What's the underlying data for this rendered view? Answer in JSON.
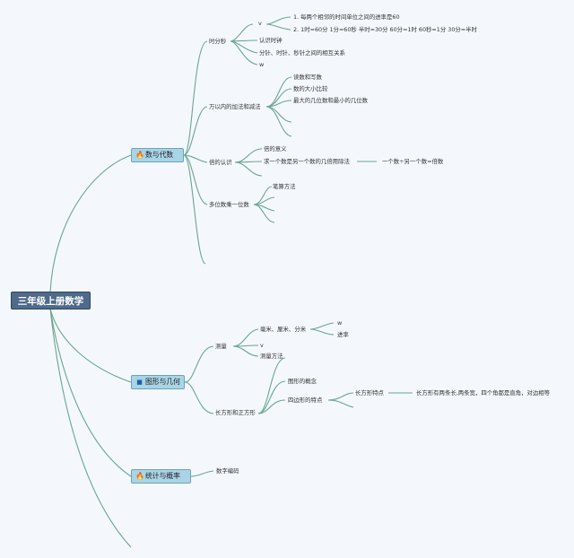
{
  "root": "三年级上册数学",
  "categories": {
    "c1": {
      "label": "数与代数",
      "icon": "fire-icon"
    },
    "c2": {
      "label": "图形与几何",
      "icon": "flag-icon"
    },
    "c3": {
      "label": "统计与概率",
      "icon": "fire-icon"
    }
  },
  "nodes": {
    "shifenmiao": "时分秒",
    "v1": "v",
    "jl1": "1. 每两个相邻的时间单位之间的进率是60",
    "jl2": "2. 1时=60分 1分=60秒 半时=30分 60分=1时 60秒=1分 30分=半时",
    "renshi": "认识时钟",
    "fenzhen": "分针、时针、秒针之间的相互关系",
    "w1": "w",
    "wanyinei": "万以内的加法和减法",
    "dushu": "读数和写数",
    "daxiao": "数的大小比较",
    "zuida": "最大的几位数和最小的几位数",
    "bei": "倍的认识",
    "beiyi": "倍的意义",
    "qiu": "求一个数是另一个数的几倍用除法",
    "yige": "一个数÷另一个数=倍数",
    "duowei": "多位数乘一位数",
    "bisuan": "笔算方法",
    "celiang": "测量",
    "haomi": "毫米、厘米、分米",
    "w2": "w",
    "jinlv": "进率",
    "v2": "v",
    "celiangff": "测量方法",
    "changfang": "长方形和正方形",
    "tuxing": "图形的概念",
    "sibian": "四边形的特点",
    "tedian": "长方形特点",
    "tedian_desc": "长方形有两条长,两条宽，四个角都是直角，对边相等",
    "shuzi": "数字编码"
  }
}
